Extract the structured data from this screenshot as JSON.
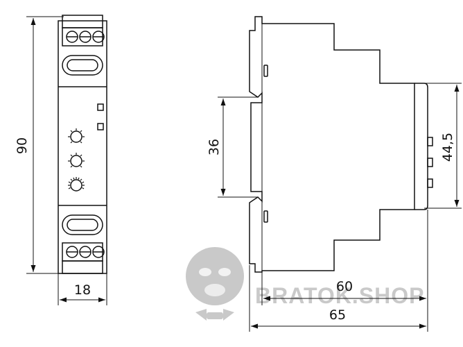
{
  "dimensions": {
    "height_total": "90",
    "width_front": "18",
    "rail_height": "36",
    "front_height": "44,5",
    "depth_inner": "60",
    "depth_total": "65"
  },
  "watermark": {
    "text": "BRATOK.SHOP",
    "logo_icon": "gorilla-logo-icon"
  },
  "colors": {
    "line": "#111111",
    "watermark": "#c9c9c9"
  }
}
